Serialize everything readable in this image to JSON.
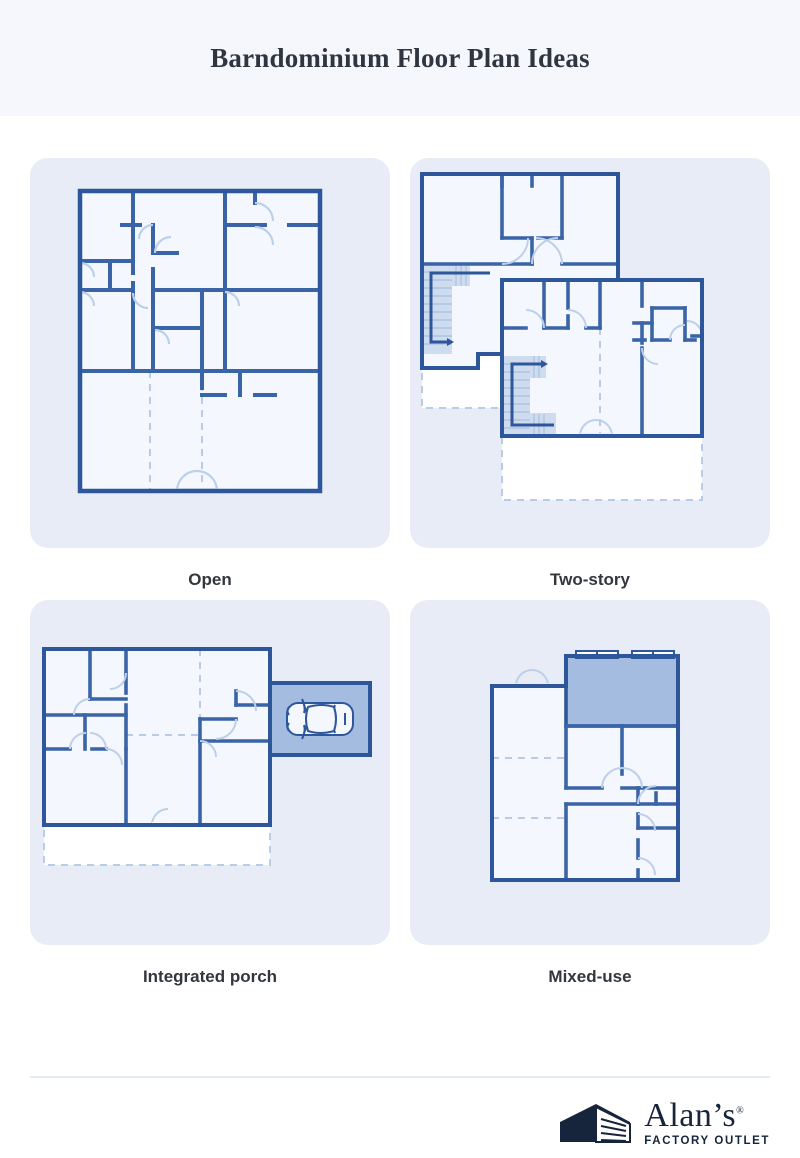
{
  "header": {
    "title": "Barndominium Floor Plan Ideas"
  },
  "colors": {
    "page_background": "#ffffff",
    "header_background": "#f5f7fd",
    "card_background": "#e7ecf7",
    "wall": "#3a64a8",
    "wall_dark": "#2d569b",
    "room_fill": "#f4f7fd",
    "door_arc": "#bdd0ea",
    "dashed_line": "#b9cce6",
    "highlight_fill": "#a3bce0",
    "stair_fill": "#cfdcf0",
    "caption_text": "#32373d",
    "title_text": "#2f3640",
    "divider": "#e4eaf6",
    "logo_navy": "#16253c"
  },
  "plans": [
    {
      "id": "open",
      "caption": "Open",
      "features": [
        "exterior-walls",
        "interior-partitions",
        "swing-doors",
        "double-door",
        "dashed-zone-lines"
      ]
    },
    {
      "id": "two-story",
      "caption": "Two-story",
      "features": [
        "upper-floor-outline",
        "lower-floor-outline",
        "two-staircases",
        "stair-direction-arrows",
        "dashed-porch-outline",
        "double-door"
      ]
    },
    {
      "id": "integrated-porch",
      "caption": "Integrated porch",
      "features": [
        "attached-garage",
        "car-top-view",
        "covered-porch-dashed",
        "swing-doors",
        "dashed-zone-lines"
      ]
    },
    {
      "id": "mixed-use",
      "caption": "Mixed-use",
      "features": [
        "commercial-highlight-area",
        "storefront-windows",
        "residential-rooms",
        "swing-doors",
        "dashed-zone-lines"
      ]
    }
  ],
  "footer": {
    "logo": {
      "icon": "barn-garage-icon",
      "name": "Alan",
      "name_suffix": "’s",
      "registered_mark": "®",
      "tagline": "FACTORY OUTLET"
    }
  }
}
